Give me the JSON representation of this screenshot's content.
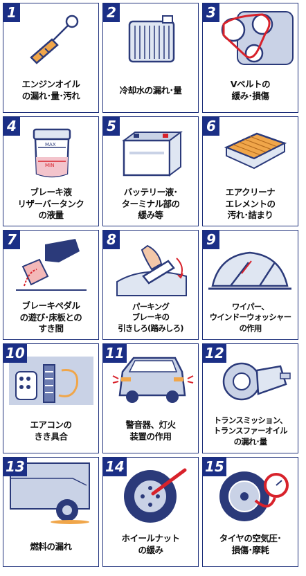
{
  "items": [
    {
      "number": "1",
      "caption": "エンジンオイル\nの漏れ･量･汚れ",
      "icon": "oil-dipstick-icon"
    },
    {
      "number": "2",
      "caption": "冷却水の漏れ･量",
      "icon": "radiator-icon"
    },
    {
      "number": "3",
      "caption": "Vベルトの\n緩み･損傷",
      "icon": "v-belt-icon"
    },
    {
      "number": "4",
      "caption": "ブレーキ液\nリザーバータンク\nの液量",
      "icon": "brake-fluid-reservoir-icon"
    },
    {
      "number": "5",
      "caption": "バッテリー液･\nターミナル部の\n緩み等",
      "icon": "battery-icon"
    },
    {
      "number": "6",
      "caption": "エアクリーナ\nエレメントの\n汚れ･詰まり",
      "icon": "air-cleaner-element-icon"
    },
    {
      "number": "7",
      "caption": "ブレーキペダル\nの遊び･床板との\nすき間",
      "icon": "brake-pedal-icon"
    },
    {
      "number": "8",
      "caption": "パーキング\nブレーキの\n引きしろ(踏みしろ)",
      "icon": "parking-brake-icon"
    },
    {
      "number": "9",
      "caption": "ワイパー、\nウインドーウォッシャー\nの作用",
      "icon": "wiper-icon"
    },
    {
      "number": "10",
      "caption": "エアコンの\nきき具合",
      "icon": "air-conditioner-icon"
    },
    {
      "number": "11",
      "caption": "警音器、灯火\n装置の作用",
      "icon": "car-lights-icon"
    },
    {
      "number": "12",
      "caption": "トランスミッション、\nトランスファーオイル\nの漏れ･量",
      "icon": "transmission-icon"
    },
    {
      "number": "13",
      "caption": "燃料の漏れ",
      "icon": "fuel-leak-icon"
    },
    {
      "number": "14",
      "caption": "ホイールナット\nの緩み",
      "icon": "wheel-nut-wrench-icon"
    },
    {
      "number": "15",
      "caption": "タイヤの空気圧･\n損傷･摩耗",
      "icon": "tire-pressure-gauge-icon"
    }
  ],
  "gauge_labels": {
    "max": "MAX",
    "min": "MIN"
  },
  "colors": {
    "badge": "#1b2f86",
    "border": "#1d2f7a",
    "accent_red": "#d8222b",
    "accent_orange": "#f0a64a"
  }
}
